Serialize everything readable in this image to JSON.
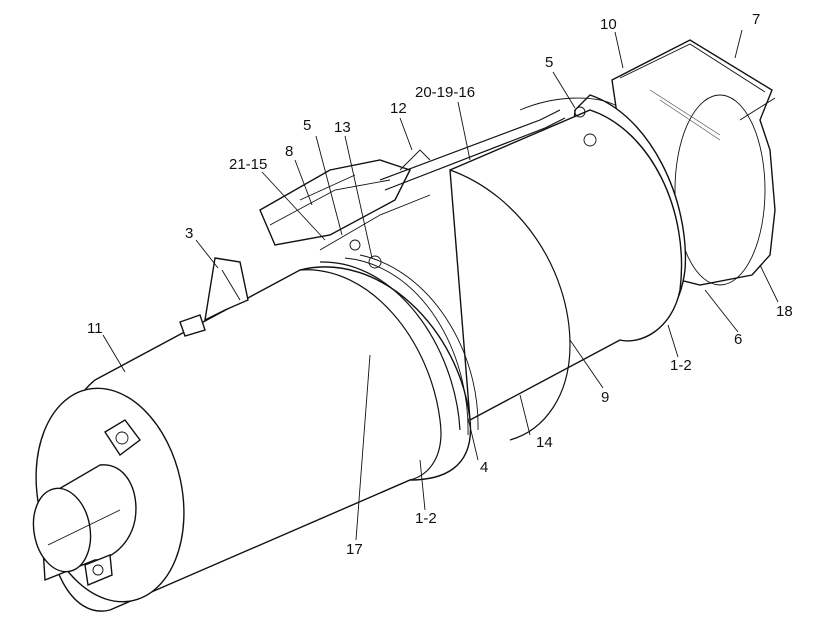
{
  "callouts": [
    {
      "id": "c10",
      "text": "10"
    },
    {
      "id": "c7",
      "text": "7"
    },
    {
      "id": "c5a",
      "text": "5"
    },
    {
      "id": "c201916",
      "text": "20-19-16"
    },
    {
      "id": "c12",
      "text": "12"
    },
    {
      "id": "c5b",
      "text": "5"
    },
    {
      "id": "c13",
      "text": "13"
    },
    {
      "id": "c8",
      "text": "8"
    },
    {
      "id": "c2115",
      "text": "21-15"
    },
    {
      "id": "c3",
      "text": "3"
    },
    {
      "id": "c11",
      "text": "11"
    },
    {
      "id": "c18",
      "text": "18"
    },
    {
      "id": "c6",
      "text": "6"
    },
    {
      "id": "c12b",
      "text": "1-2"
    },
    {
      "id": "c9",
      "text": "9"
    },
    {
      "id": "c14",
      "text": "14"
    },
    {
      "id": "c4",
      "text": "4"
    },
    {
      "id": "c12c",
      "text": "1-2"
    },
    {
      "id": "c17",
      "text": "17"
    }
  ],
  "colors": {
    "ink": "#111111",
    "paper": "#ffffff"
  }
}
